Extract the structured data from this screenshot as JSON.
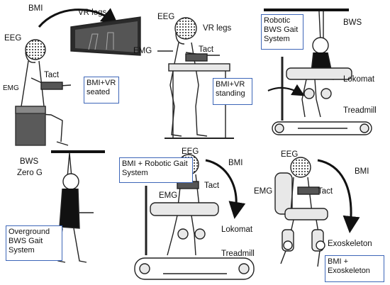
{
  "panels": {
    "seated": {
      "bmi": "BMI",
      "vr_legs": "VR legs",
      "eeg": "EEG",
      "emg": "EMG",
      "tact": "Tact",
      "caption": "BMI+VR seated"
    },
    "standing": {
      "eeg": "EEG",
      "vr_legs": "VR legs",
      "emg": "EMG",
      "tact": "Tact",
      "caption": "BMI+VR standing"
    },
    "robotic_bws": {
      "caption": "Robotic BWS Gait System",
      "bws": "BWS",
      "lokomat": "Lokomat",
      "treadmill": "Treadmill"
    },
    "overground": {
      "bws": "BWS",
      "zero_g": "Zero G",
      "caption": "Overground BWS Gait System"
    },
    "bmi_robotic": {
      "caption": "BMI + Robotic Gait System",
      "eeg": "EEG",
      "bmi": "BMI",
      "emg": "EMG",
      "tact": "Tact",
      "lokomat": "Lokomat",
      "treadmill": "Treadmill"
    },
    "exoskeleton": {
      "eeg": "EEG",
      "bmi": "BMI",
      "emg": "EMG",
      "tact": "Tact",
      "exoskeleton": "Exoskeleton",
      "caption": "BMI + Exoskeleton"
    }
  },
  "colors": {
    "caption_border": "#3d66b8",
    "line": "#222222",
    "device_fill": "#e8e8e8",
    "box_fill": "#5a5a5a"
  }
}
